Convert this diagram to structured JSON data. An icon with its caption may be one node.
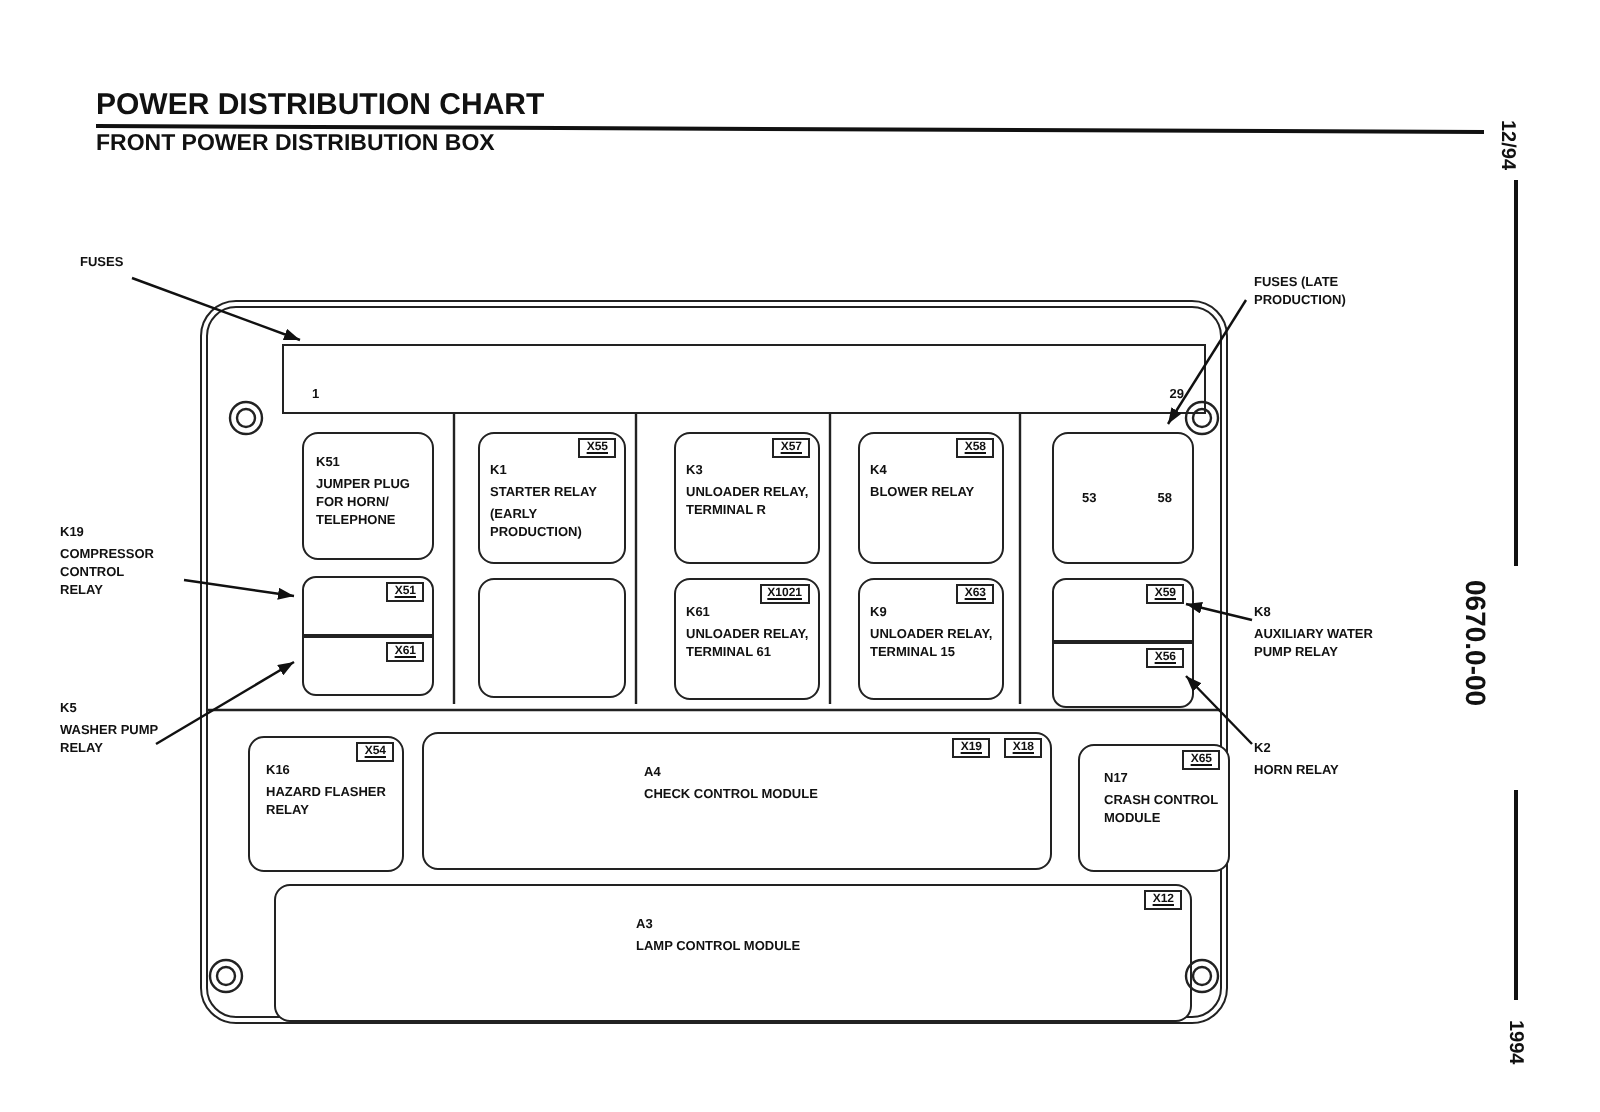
{
  "diagram": {
    "title": "POWER DISTRIBUTION CHART",
    "nodes": [
      {
        "text": [],
        "shape": "box"
      },
      {
        "text": [
          "1",
          "29"
        ],
        "in": 0
      },
      {
        "text": [
          "FUSES"
        ]
      },
      {
        "text": [
          "K51",
          "JUMPER PLUG FOR HORN/ TELEPHONE"
        ],
        "in": 0
      },
      {
        "text": [
          "X51"
        ],
        "in": 0
      },
      {
        "text": [
          "X61"
        ],
        "in": 0
      },
      {
        "text": [
          "X55",
          "K1",
          "STARTER RELAY",
          "(EARLY PRODUCTION)"
        ],
        "in": 0
      },
      {
        "text": [],
        "shape": "box",
        "in": 0
      },
      {
        "text": [
          "X57",
          "K3",
          "UNLOADER RELAY, TERMINAL R"
        ],
        "in": 0
      },
      {
        "text": [
          "X1021",
          "K61",
          "UNLOADER RELAY, TERMINAL 61"
        ],
        "in": 0
      },
      {
        "text": [
          "X58",
          "K4",
          "BLOWER RELAY"
        ],
        "in": 0
      },
      {
        "text": [
          "X63",
          "K9",
          "UNLOADER RELAY, TERMINAL 15"
        ],
        "in": 0
      },
      {
        "text": [
          "53",
          "58"
        ],
        "in": 0
      },
      {
        "text": [
          "X59"
        ],
        "in": 0
      },
      {
        "text": [
          "X56"
        ],
        "in": 0
      },
      {
        "text": [
          "X54",
          "K16",
          "HAZARD FLASHER RELAY"
        ],
        "in": 0
      },
      {
        "text": [
          "X19",
          "X18",
          "A4",
          "CHECK CONTROL MODULE"
        ],
        "in": 0
      },
      {
        "text": [
          "X65",
          "N17",
          "CRASH CONTROL MODULE"
        ],
        "in": 0
      },
      {
        "text": [
          "X12",
          "A3",
          "LAMP CONTROL MODULE"
        ],
        "in": 0
      },
      {
        "text": [
          "K19",
          "COMPRESSOR CONTROL RELAY"
        ]
      },
      {
        "text": [
          "K5",
          "WASHER PUMP RELAY"
        ]
      },
      {
        "text": [
          "FUSES (LATE PRODUCTION)"
        ]
      },
      {
        "text": [
          "K8",
          "AUXILIARY WATER PUMP RELAY"
        ]
      },
      {
        "text": [
          "K2",
          "HORN RELAY"
        ]
      }
    ],
    "edges": [
      {
        "from": 2,
        "to": 1,
        "arrow": "to"
      },
      {
        "from": 19,
        "to": 4,
        "arrow": "to"
      },
      {
        "from": 20,
        "to": 5,
        "arrow": "to"
      },
      {
        "from": 21,
        "to": 12,
        "arrow": "to"
      },
      {
        "from": 22,
        "to": 13,
        "arrow": "to"
      },
      {
        "from": 23,
        "to": 14,
        "arrow": "to"
      }
    ],
    "labels": [
      "FRONT POWER DISTRIBUTION BOX",
      "12/94",
      "0670.0-00",
      "1994"
    ]
  }
}
